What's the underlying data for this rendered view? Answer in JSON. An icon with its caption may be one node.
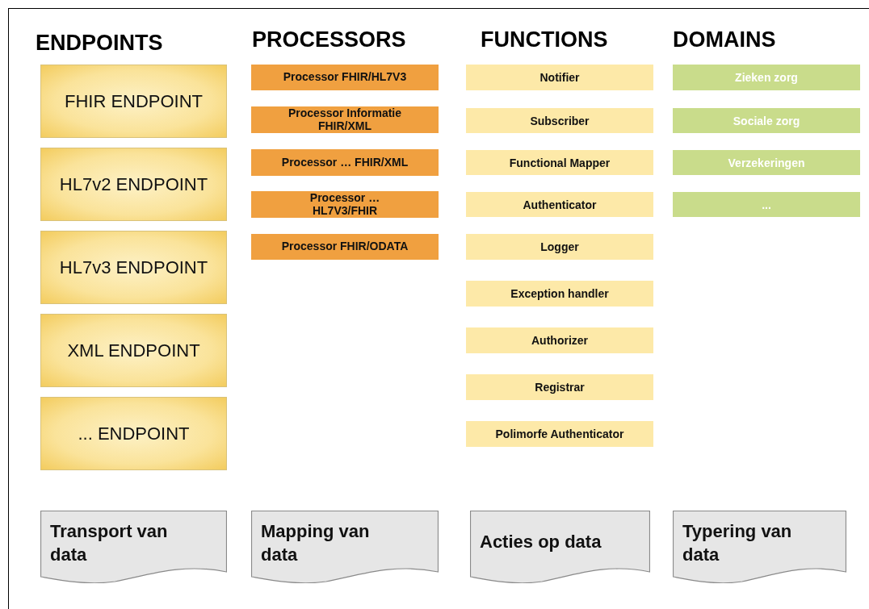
{
  "diagram": {
    "nodes": [
      {
        "text": [
          "FHIR ENDPOINT"
        ]
      },
      {
        "text": [
          "HL7v2 ENDPOINT"
        ]
      },
      {
        "text": [
          "HL7v3 ENDPOINT"
        ]
      },
      {
        "text": [
          "XML ENDPOINT"
        ]
      },
      {
        "text": [
          "... ENDPOINT"
        ]
      },
      {
        "text": [
          "Processor FHIR/HL7V3"
        ]
      },
      {
        "text": [
          "Processor Informatie FHIR/XML"
        ]
      },
      {
        "text": [
          "Processor … FHIR/XML"
        ]
      },
      {
        "text": [
          "Processor … HL7V3/FHIR"
        ]
      },
      {
        "text": [
          "Processor FHIR/ODATA"
        ]
      },
      {
        "text": [
          "Notifier"
        ]
      },
      {
        "text": [
          "Subscriber"
        ]
      },
      {
        "text": [
          "Functional Mapper"
        ]
      },
      {
        "text": [
          "Authenticator"
        ]
      },
      {
        "text": [
          "Logger"
        ]
      },
      {
        "text": [
          "Exception handler"
        ]
      },
      {
        "text": [
          "Authorizer"
        ]
      },
      {
        "text": [
          "Registrar"
        ]
      },
      {
        "text": [
          "Polimorfe Authenticator"
        ]
      },
      {
        "text": [
          "Zieken zorg"
        ]
      },
      {
        "text": [
          "Sociale zorg"
        ]
      },
      {
        "text": [
          "Verzekeringen"
        ]
      },
      {
        "text": [
          "..."
        ]
      },
      {
        "text": [
          "Transport van data"
        ]
      },
      {
        "text": [
          "Mapping van data"
        ]
      },
      {
        "text": [
          "Acties op data"
        ]
      },
      {
        "text": [
          "Typering van data"
        ]
      }
    ],
    "labels": [
      "ENDPOINTS",
      "PROCESSORS",
      "FUNCTIONS",
      "DOMAINS"
    ]
  }
}
